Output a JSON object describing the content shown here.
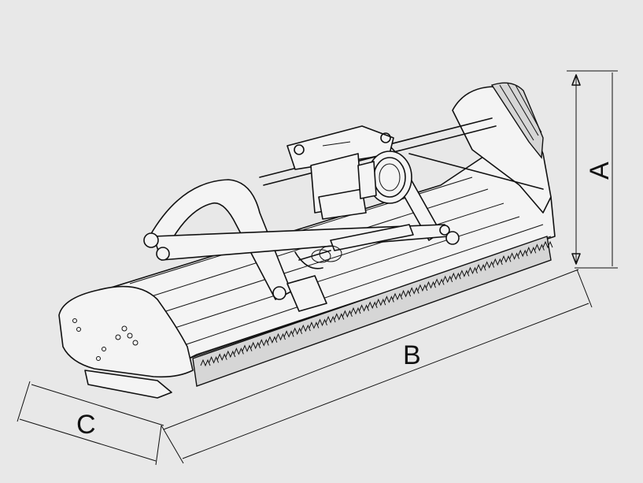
{
  "dimensions": {
    "a": {
      "label": "A"
    },
    "b": {
      "label": "B"
    },
    "c": {
      "label": "C"
    }
  },
  "colors": {
    "background": "#e8e8e8",
    "line": "#111111"
  }
}
